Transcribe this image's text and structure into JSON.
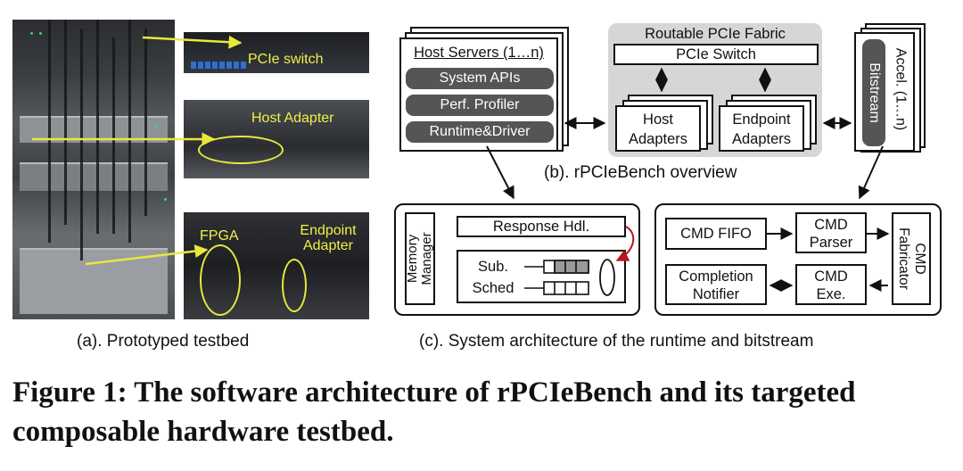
{
  "photos": {
    "pcie_switch_label": "PCIe switch",
    "host_adapter_label": "Host Adapter",
    "fpga_label": "FPGA",
    "endpoint_adapter_label": "Endpoint Adapter",
    "caption": "(a). Prototyped testbed"
  },
  "overview": {
    "host_servers_title": "Host Servers (1…n)",
    "system_apis": "System APIs",
    "perf_profiler": "Perf. Profiler",
    "runtime_driver": "Runtime&Driver",
    "fabric_title": "Routable PCIe Fabric",
    "pcie_switch": "PCIe Switch",
    "host_adapters": "Host Adapters",
    "endpoint_adapters": "Endpoint Adapters",
    "accel": "Accel. (1…n)",
    "bitstream": "Bitstream",
    "caption": "(b). rPCIeBench overview"
  },
  "runtime": {
    "memory_manager": "Memory Manager",
    "response_hdl": "Response Hdl.",
    "sub": "Sub.",
    "sched": "Sched"
  },
  "bitstream_arch": {
    "cmd_fifo": "CMD FIFO",
    "cmd_parser": "CMD Parser",
    "cmd_fabricator": "CMD Fabricator",
    "completion_notifier": "Completion Notifier",
    "cmd_exe": "CMD Exe."
  },
  "arch_caption": "(c). System architecture of the runtime and bitstream",
  "figure_caption": "Figure 1: The software architecture of rPCIeBench and its targeted composable hardware testbed.",
  "colors": {
    "pill_gray": "#555555",
    "fabric_gray": "#d6d6d6",
    "annotation_yellow": "#f0f04a",
    "response_arrow": "#b3161b"
  }
}
